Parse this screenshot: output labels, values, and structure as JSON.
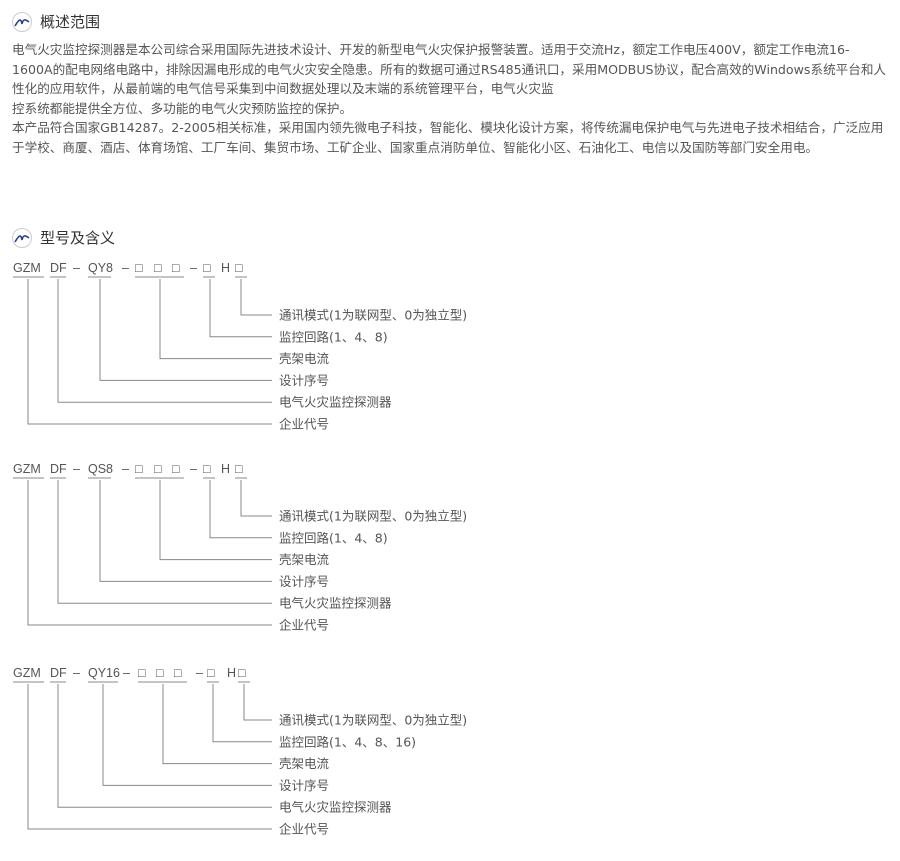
{
  "section1": {
    "title": "概述范围",
    "paragraphs": [
      "电气火灾监控探测器是本公司综合采用国际先进技术设计、开发的新型电气火灾保护报警装置。适用于交流Hz，额定工作电压400V，额定工作电流16-1600A的配电网络电路中，排除因漏电形成的电气火灾安全隐患。所有的数据可通过RS485通讯口，采用MODBUS协议，配合高效的Windows系统平台和人性化的应用软件，从最前端的电气信号采集到中间数据处理以及末端的系统管理平台，电气火灾监",
      "控系统都能提供全方位、多功能的电气火灾预防监控的保护。",
      "本产品符合国家GB14287。2-2005相关标准，采用国内领先微电子科技，智能化、模块化设计方案，将传统漏电保护电气与先进电子技术相结合，广泛应用于学校、商厦、酒店、体育场馆、工厂车间、集贸市场、工矿企业、国家重点消防单位、智能化小区、石油化工、电信以及国防等部门安全用电。"
    ]
  },
  "section2": {
    "title": "型号及含义",
    "diagrams": [
      {
        "code": [
          "GZM",
          "DF",
          "–",
          "QY8",
          "–",
          "□",
          "□",
          "□",
          "–",
          "□",
          "H",
          "□"
        ],
        "labels": [
          "通讯模式(1为联网型、0为独立型)",
          "监控回路(1、4、8)",
          "壳架电流",
          "设计序号",
          "电气火灾监控探测器",
          "企业代号"
        ]
      },
      {
        "code": [
          "GZM",
          "DF",
          "–",
          "QS8",
          "–",
          "□",
          "□",
          "□",
          "–",
          "□",
          "H",
          "□"
        ],
        "labels": [
          "通讯模式(1为联网型、0为独立型)",
          "监控回路(1、4、8)",
          "壳架电流",
          "设计序号",
          "电气火灾监控探测器",
          "企业代号"
        ]
      },
      {
        "code": [
          "GZM",
          "DF",
          "–",
          "QY16",
          "–",
          "□",
          "□",
          "□",
          "–",
          "□",
          "H",
          "□"
        ],
        "labels": [
          "通讯模式(1为联网型、0为独立型)",
          "监控回路(1、4、8、16)",
          "壳架电流",
          "设计序号",
          "电气火灾监控探测器",
          "企业代号"
        ]
      }
    ]
  },
  "colors": {
    "text": "#555555",
    "heading": "#333333",
    "logo": "#2b3f8f"
  }
}
